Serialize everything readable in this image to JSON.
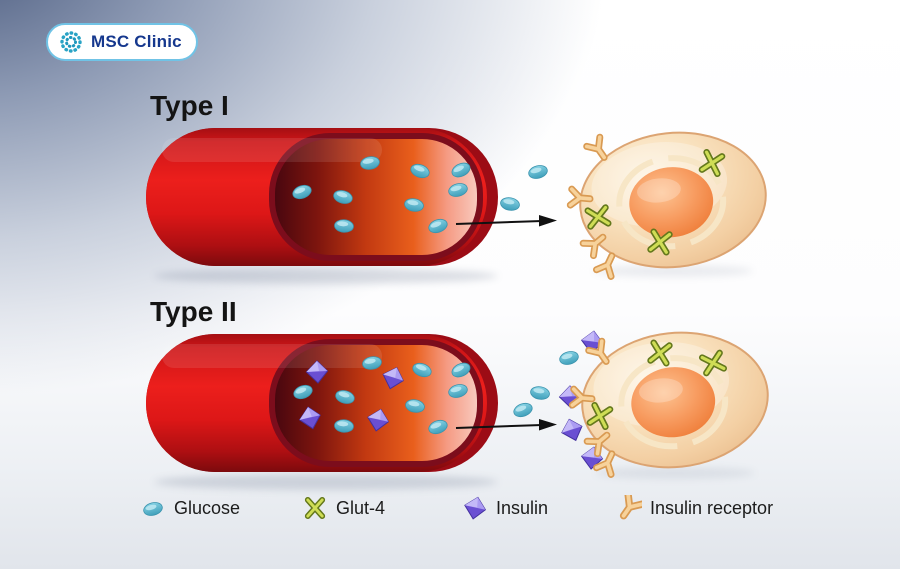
{
  "logo": {
    "text": "MSC Clinic",
    "icon": "msc-dotted-circle",
    "text_color": "#16388e",
    "border_color": "#70c3e6",
    "icon_color": "#29a3c5"
  },
  "sections": [
    {
      "label": "Type I"
    },
    {
      "label": "Type II"
    }
  ],
  "legend": {
    "items": [
      {
        "label": "Glucose",
        "icon": "glucose-icon",
        "color": "#58b9d2"
      },
      {
        "label": "Glut-4",
        "icon": "glut4-icon",
        "color": "#cfdd55"
      },
      {
        "label": "Insulin",
        "icon": "insulin-icon",
        "color": "#6a4fd2"
      },
      {
        "label": "Insulin receptor",
        "icon": "insulin-receptor-icon",
        "color": "#f0c48c"
      }
    ]
  },
  "illustration": {
    "type1": {
      "vessel_contents": {
        "glucose_count": 9,
        "insulin_count": 0
      },
      "between_vessel_and_cell": {
        "glucose_count": 2,
        "insulin_count": 0
      },
      "cell": {
        "glut4_inside_count": 3,
        "insulin_receptor_count": 4,
        "insulin_bound_count": 0
      },
      "arrow": "glucose-flow-to-cell"
    },
    "type2": {
      "vessel_contents": {
        "glucose_count": 9,
        "insulin_count": 4
      },
      "between_vessel_and_cell": {
        "glucose_count": 3,
        "insulin_count": 4
      },
      "cell": {
        "glut4_inside_count": 3,
        "insulin_receptor_count": 4,
        "insulin_bound_count": 0
      },
      "arrow": "glucose-flow-to-cell"
    }
  },
  "colors": {
    "vessel_body_red": "#ec1f1c",
    "vessel_rim_dark": "#9c0c15",
    "vessel_interior_dark": "#45060f",
    "vessel_interior_orange": "#e95f1c",
    "vessel_interior_pink": "#f9c6ba",
    "cell_body": "#f3cfa3",
    "nucleus_orange": "#f18747",
    "background_corner": "#4d5d80",
    "background_main": "#ffffff",
    "arrow": "#111111"
  }
}
